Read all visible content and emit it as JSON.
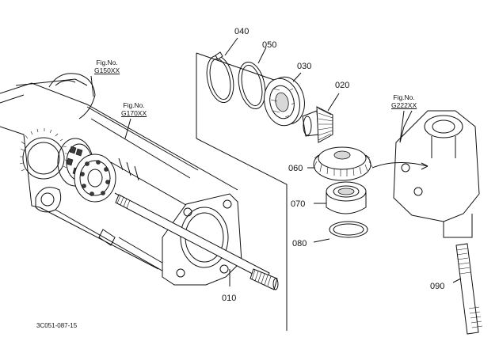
{
  "parts": [
    {
      "id": "p040",
      "label": "040"
    },
    {
      "id": "p050",
      "label": "050"
    },
    {
      "id": "p030",
      "label": "030"
    },
    {
      "id": "p020",
      "label": "020"
    },
    {
      "id": "p060",
      "label": "060"
    },
    {
      "id": "p070",
      "label": "070"
    },
    {
      "id": "p080",
      "label": "080"
    },
    {
      "id": "p010",
      "label": "010"
    },
    {
      "id": "p090",
      "label": "090"
    }
  ],
  "figure_refs": [
    {
      "id": "g150",
      "caption": "Fig.No.",
      "ref": "G150XX"
    },
    {
      "id": "g170",
      "caption": "Fig.No.",
      "ref": "G170XX"
    },
    {
      "id": "g222",
      "caption": "Fig.No.",
      "ref": "G222XX"
    }
  ],
  "drawing_code": "3C051-087-15",
  "colors": {
    "line": "#111111",
    "background": "#ffffff"
  }
}
